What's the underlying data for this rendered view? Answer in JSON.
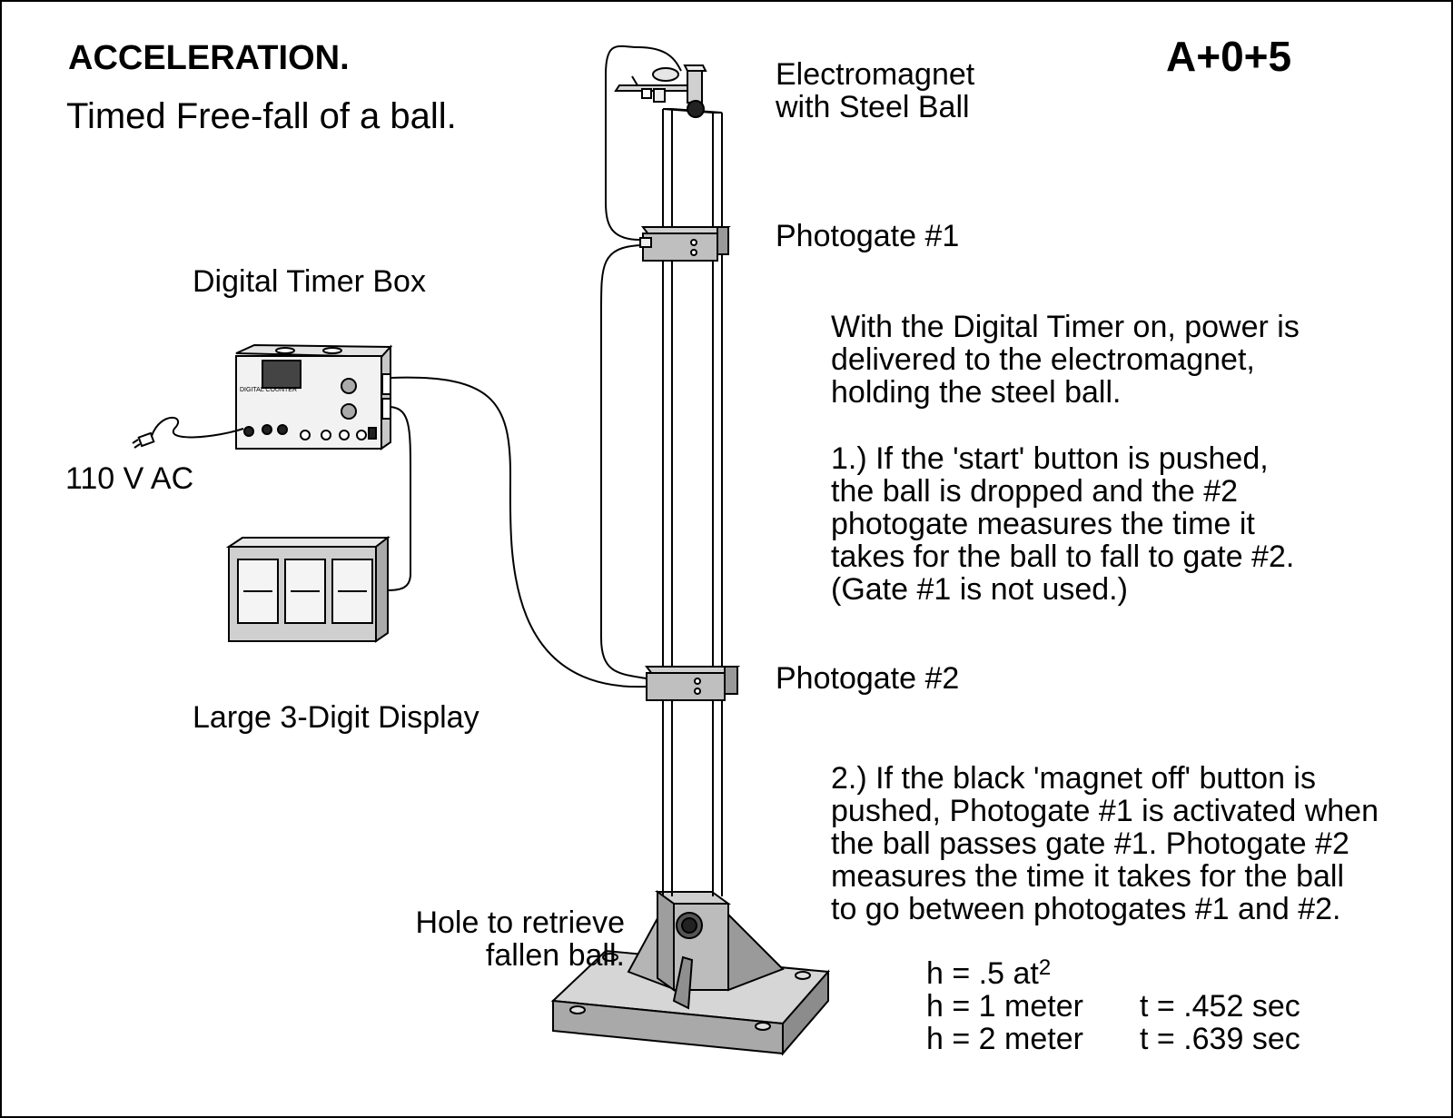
{
  "title": "ACCELERATION.",
  "subtitle": "Timed Free-fall of a ball.",
  "code": "A+0+5",
  "labels": {
    "electromagnet_line1": "Electromagnet",
    "electromagnet_line2": "with Steel Ball",
    "photogate1": "Photogate #1",
    "photogate2": "Photogate #2",
    "timer_box": "Digital Timer Box",
    "power": "110 V AC",
    "display": "Large 3-Digit Display",
    "hole_line1": "Hole to retrieve",
    "hole_line2": "fallen ball.",
    "counter_face": "DIGITAL COUNTER"
  },
  "note_intro": [
    "With the Digital Timer on, power is",
    "delivered to the electromagnet,",
    "holding the steel ball."
  ],
  "note_1": [
    "1.)  If the 'start' button is pushed,",
    "the ball is dropped and the #2",
    "photogate measures the time it",
    "takes for the ball to fall to gate #2.",
    "(Gate #1 is not used.)"
  ],
  "note_2": [
    "2.)  If the black 'magnet off' button is",
    "pushed, Photogate #1 is activated when",
    "the ball passes gate #1.  Photogate #2",
    "measures the time it takes for the ball",
    "to go between photogates #1 and #2."
  ],
  "formula": {
    "equation": "h = .5 at",
    "exponent": "2",
    "rows": [
      {
        "h": "h = 1 meter",
        "t": "t = .452 sec"
      },
      {
        "h": "h = 2 meter",
        "t": "t = .639 sec"
      }
    ]
  }
}
